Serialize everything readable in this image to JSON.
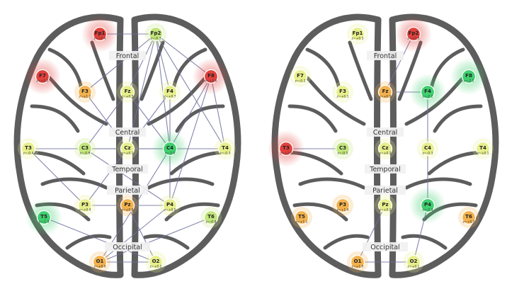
{
  "lobes": [
    "Frontal",
    "Central",
    "Temporal",
    "Parietal",
    "Occipital"
  ],
  "colors": {
    "red": "#e0413c",
    "orange": "#f3b24e",
    "yellow": "#e7ef8c",
    "lightgreen": "#c2e57c",
    "green": "#3fcf6f",
    "outline": "#5d5d5d",
    "connection": "#6f6f9e"
  },
  "brains": [
    {
      "electrodes": [
        {
          "id": "Fp1",
          "color": "red",
          "halo": true,
          "z": "z=+2.4"
        },
        {
          "id": "Fp2",
          "color": "lightgreen",
          "halo": false,
          "z": "z=-0.3"
        },
        {
          "id": "F7",
          "color": "red",
          "halo": true,
          "z": "z=+2.5"
        },
        {
          "id": "F3",
          "color": "orange",
          "halo": false,
          "z": "z=+1.2"
        },
        {
          "id": "Fz",
          "color": "yellow",
          "halo": false,
          "z": "z=+0.5"
        },
        {
          "id": "F4",
          "color": "yellow",
          "halo": false,
          "z": "z=+0.7"
        },
        {
          "id": "F8",
          "color": "red",
          "halo": true,
          "z": "z=+2.6"
        },
        {
          "id": "T3",
          "color": "yellow",
          "halo": false,
          "z": "z=-0.4"
        },
        {
          "id": "C3",
          "color": "lightgreen",
          "halo": false,
          "z": "z=-0.6"
        },
        {
          "id": "Cz",
          "color": "yellow",
          "halo": false,
          "z": "z=+0.1"
        },
        {
          "id": "C4",
          "color": "green",
          "halo": true,
          "z": "z=-2.0"
        },
        {
          "id": "T4",
          "color": "yellow",
          "halo": false,
          "z": "z=-0.3"
        },
        {
          "id": "T5",
          "color": "green",
          "halo": true,
          "z": "z=-1.9"
        },
        {
          "id": "P3",
          "color": "yellow",
          "halo": false,
          "z": "z=+0.4"
        },
        {
          "id": "Pz",
          "color": "orange",
          "halo": false,
          "z": "z=+0.8"
        },
        {
          "id": "P4",
          "color": "yellow",
          "halo": false,
          "z": "z=+0.5"
        },
        {
          "id": "T6",
          "color": "lightgreen",
          "halo": false,
          "z": "z=-0.8"
        },
        {
          "id": "O1",
          "color": "orange",
          "halo": false,
          "z": "z=+0.9"
        },
        {
          "id": "O2",
          "color": "yellow",
          "halo": false,
          "z": "z=+0.2"
        }
      ],
      "connections": [
        [
          "Fp1",
          "Fp2"
        ],
        [
          "Fp2",
          "F4"
        ],
        [
          "Fp2",
          "F8"
        ],
        [
          "Fp2",
          "C4"
        ],
        [
          "Fp2",
          "T4"
        ],
        [
          "Fp2",
          "Cz"
        ],
        [
          "Fp2",
          "F3"
        ],
        [
          "Fp2",
          "Fz"
        ],
        [
          "F4",
          "C4"
        ],
        [
          "F4",
          "P3"
        ],
        [
          "F8",
          "T4"
        ],
        [
          "F8",
          "C4"
        ],
        [
          "F3",
          "Cz"
        ],
        [
          "Fz",
          "C4"
        ],
        [
          "Fz",
          "C3"
        ],
        [
          "T3",
          "C4"
        ],
        [
          "C3",
          "C4"
        ],
        [
          "T3",
          "P3"
        ],
        [
          "C3",
          "P4"
        ],
        [
          "T5",
          "O2"
        ],
        [
          "Pz",
          "O2"
        ],
        [
          "P4",
          "O1"
        ],
        [
          "P3",
          "P4"
        ],
        [
          "O1",
          "O2"
        ],
        [
          "C4",
          "P4"
        ],
        [
          "C4",
          "O1"
        ],
        [
          "T4",
          "C3"
        ],
        [
          "F8",
          "P4"
        ],
        [
          "T6",
          "O1"
        ]
      ]
    },
    {
      "electrodes": [
        {
          "id": "Fp1",
          "color": "yellow",
          "halo": false,
          "z": "z=+0.3"
        },
        {
          "id": "Fp2",
          "color": "red",
          "halo": true,
          "z": "z=+2.3"
        },
        {
          "id": "F7",
          "color": "yellow",
          "halo": false,
          "z": "z=-0.2"
        },
        {
          "id": "F3",
          "color": "yellow",
          "halo": false,
          "z": "z=+0.1"
        },
        {
          "id": "Fz",
          "color": "orange",
          "halo": false,
          "z": "z=+0.9"
        },
        {
          "id": "F4",
          "color": "green",
          "halo": true,
          "z": "z=-2.2"
        },
        {
          "id": "F8",
          "color": "green",
          "halo": true,
          "z": "z=-2.1"
        },
        {
          "id": "T3",
          "color": "red",
          "halo": true,
          "z": "z=+2.5"
        },
        {
          "id": "C3",
          "color": "lightgreen",
          "halo": false,
          "z": "z=-0.5"
        },
        {
          "id": "Cz",
          "color": "yellow",
          "halo": false,
          "z": "z=+0.2"
        },
        {
          "id": "C4",
          "color": "yellow",
          "halo": false,
          "z": "z=-0.3"
        },
        {
          "id": "T4",
          "color": "yellow",
          "halo": false,
          "z": "z=+0.1"
        },
        {
          "id": "T5",
          "color": "orange",
          "halo": false,
          "z": "z=+1.1"
        },
        {
          "id": "P3",
          "color": "orange",
          "halo": false,
          "z": "z=+1.4"
        },
        {
          "id": "Pz",
          "color": "yellow",
          "halo": false,
          "z": "z=+0.2"
        },
        {
          "id": "P4",
          "color": "green",
          "halo": true,
          "z": "z=-2.3"
        },
        {
          "id": "T6",
          "color": "orange",
          "halo": false,
          "z": "z=+0.7"
        },
        {
          "id": "O1",
          "color": "orange",
          "halo": false,
          "z": "z=+1.0"
        },
        {
          "id": "O2",
          "color": "yellow",
          "halo": false,
          "z": "z=+0.1"
        }
      ],
      "connections": [
        [
          "F4",
          "Fz"
        ],
        [
          "F4",
          "C4"
        ],
        [
          "C4",
          "P4"
        ],
        [
          "T3",
          "C3"
        ],
        [
          "P4",
          "O2"
        ],
        [
          "O1",
          "O2"
        ],
        [
          "Fp2",
          "Fz"
        ],
        [
          "Pz",
          "O1"
        ]
      ]
    }
  ]
}
